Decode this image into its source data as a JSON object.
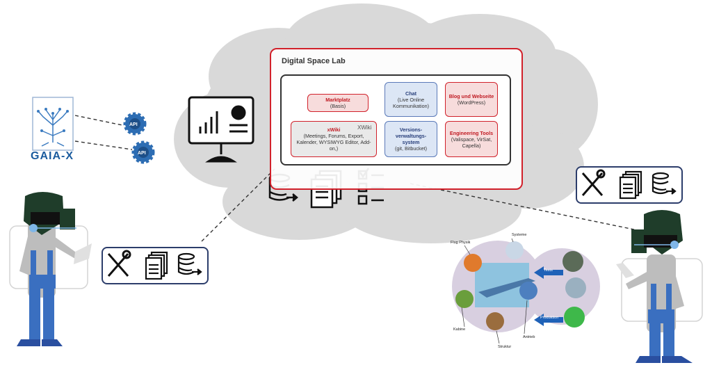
{
  "lab": {
    "title": "Digital Space Lab",
    "modules": {
      "marktplatz": {
        "title": "Marktplatz",
        "sub": "(Basis)"
      },
      "chat": {
        "title": "Chat",
        "sub": "(Live Online Kommunikation)"
      },
      "blog": {
        "title": "Blog und Webseite",
        "sub": "(WordPress)"
      },
      "xwiki": {
        "title": "xWiki",
        "sub": "(Meetings, Forums, Export, Kalender, WYSIWYG Editor, Add-on,)",
        "logo": "XWiki"
      },
      "versions": {
        "title": "Versions-verwaltungs-system",
        "sub": "(git, Bitbucket)"
      },
      "engineering": {
        "title": "Engineering Tools",
        "sub": "(Valispace, VirSat, Capella)"
      }
    }
  },
  "gaia": {
    "label": "GAIA-X",
    "api_label": "API"
  },
  "domains": {
    "flug_physik": "Flug Physik",
    "systeme": "Systeme",
    "kabine": "Kabine",
    "struktur": "Struktur",
    "antrieb": "Antrieb",
    "tests": "Tests",
    "produktion": "Produktion"
  },
  "colors": {
    "accent_red": "#d1202a",
    "navy": "#2c3d6b",
    "cloud": "#d9d9d9",
    "jeans": "#3a6fc0",
    "hair": "#1f3d2a"
  },
  "icons": [
    "monitor-chart-icon",
    "database-export-icon",
    "documents-icon",
    "checklist-icon",
    "tools-icon",
    "gear-api-icon",
    "gaia-x-tree-icon"
  ]
}
